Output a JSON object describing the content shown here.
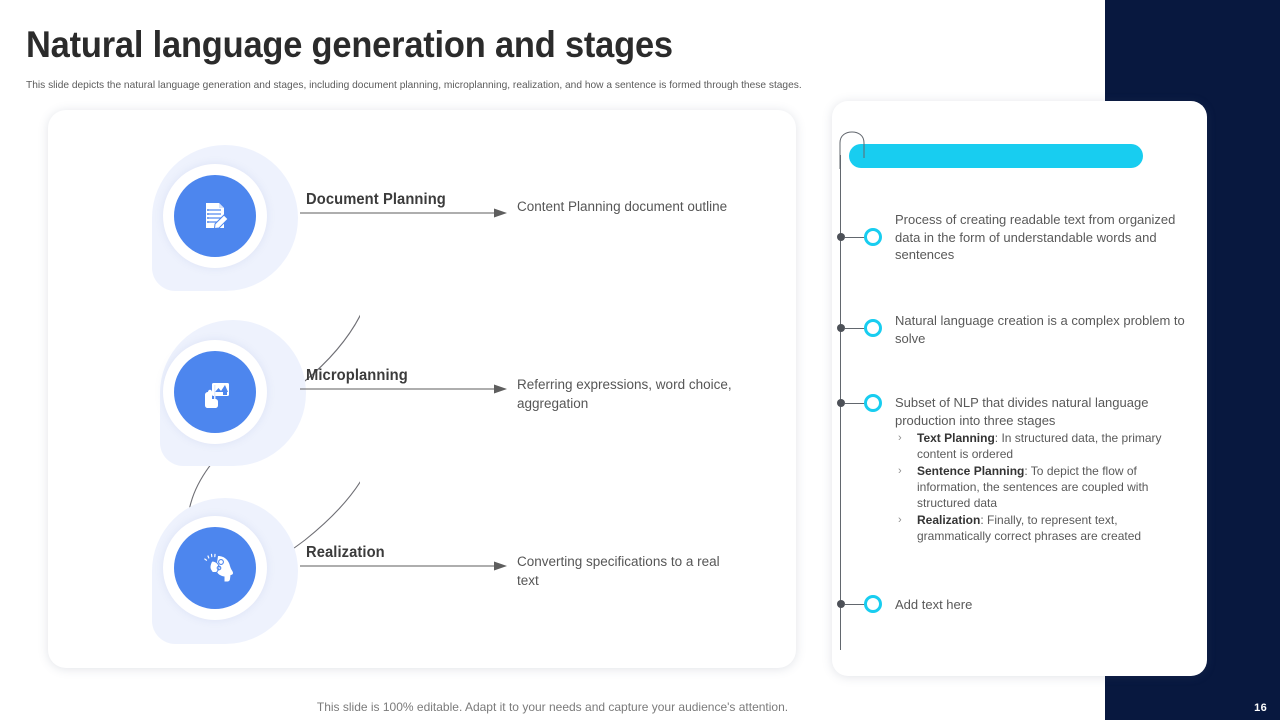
{
  "slide": {
    "title": "Natural language generation and stages",
    "subtitle": "This slide depicts the natural language generation and stages, including document planning, microplanning, realization, and how a sentence is formed through these stages.",
    "footer_note": "This slide is 100% editable. Adapt it to your needs and capture your audience's attention.",
    "page_number": "16"
  },
  "colors": {
    "navy": "#08183f",
    "blue_icon": "#4d86ee",
    "cyan": "#18cdf0",
    "blob": "#eef2fd",
    "text_dark": "#2b2b2b",
    "text_body": "#565656"
  },
  "left_panel": {
    "stages": [
      {
        "label": "Document Planning",
        "description": "Content Planning document outline",
        "icon": "document-pen-icon"
      },
      {
        "label": "Microplanning",
        "description": "Referring expressions, word choice, aggregation",
        "icon": "hand-card-icon"
      },
      {
        "label": "Realization",
        "description": "Converting specifications to a real text",
        "icon": "head-lightbulb-icon"
      }
    ]
  },
  "right_panel": {
    "header_bar_text": "",
    "items": [
      {
        "text": "Process of creating readable text from organized data in the form of understandable words and sentences",
        "subitems": []
      },
      {
        "text": "Natural language creation is a complex problem to solve",
        "subitems": []
      },
      {
        "text": "Subset of NLP that divides natural language production into three stages",
        "subitems": [
          {
            "lead": "Text Planning",
            "rest": ": In structured data, the primary content is ordered"
          },
          {
            "lead": "Sentence Planning",
            "rest": ": To depict the flow of information, the sentences are coupled with structured data"
          },
          {
            "lead": "Realization",
            "rest": ": Finally, to represent text, grammatically correct phrases are created"
          }
        ]
      },
      {
        "text": "Add text here",
        "subitems": []
      }
    ]
  }
}
